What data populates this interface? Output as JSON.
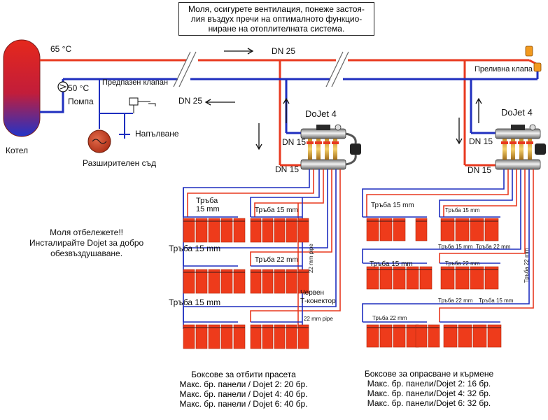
{
  "notice": {
    "line1": "Моля, осигурете вентилация, понеже застоя-",
    "line2": "лия въздух пречи на оптималното функцио-",
    "line3": "ниране на отоплителната система."
  },
  "boiler": {
    "label": "Котел",
    "temp_supply": "65 °C",
    "temp_return": "50 °C"
  },
  "pump_label": "Помпа",
  "safety_valve_label": "Предпазен клапан",
  "filling_label": "Напълване",
  "expansion_label": "Разширителен съд",
  "overflow_valve_label": "Преливна клапа",
  "dn25_top": "DN 25",
  "dn25_return": "DN 25",
  "manifold_left": {
    "title": "DoJet 4",
    "dn_upper": "DN 15",
    "dn_lower": "DN 15"
  },
  "manifold_right": {
    "title": "DoJet 4",
    "dn_upper": "DN 15",
    "dn_lower": "DN 15"
  },
  "advice": {
    "line1": "Моля отбележете!!",
    "line2": "Инсталирайте Dojet за добро",
    "line3": "обезвъздушаване."
  },
  "left_group": {
    "pipe_a1": "Тръба",
    "pipe_a2": "15 mm",
    "pipe_b": "Тръба 15 mm",
    "pipe_c": "Тръба 15 mm",
    "pipe_d": "Тръба 22 mm",
    "pipe_e": "Тръба 15 mm",
    "red_t1": "Червен",
    "red_t2": "Т-конектор",
    "pipe_small": "22 mm pipe",
    "vertical_label": "22 mm pipe",
    "caption": {
      "line1": "Боксове за отбити прасета",
      "line2": "Макс. бр. панели / Dojet 2: 20 бр.",
      "line3": "Макс. бр. панели / Dojet 4: 40 бр.",
      "line4": "Макс. бр. панели / Dojet 6: 40 бр."
    }
  },
  "right_group": {
    "pipe_a": "Тръба 15 mm",
    "pipe_b": "Тръба 15 mm",
    "pipe_c": "Тръба 15 mm",
    "pipe_d": "Тръба 22 mm",
    "pipe_e": "Тръба 22 mm",
    "pipe_f": "Тръба 15 mm",
    "pipe_g": "Тръба 22 mm",
    "pipe_h": "Тръба 15 mm",
    "pipe_i": "Тръба 22 mm",
    "vertical_label": "Тръба 22 mm",
    "caption": {
      "line1": "Боксове за опрасване и кърмене",
      "line2": "Макс. бр. панели/Dojet 2: 16 бр.",
      "line3": "Макс. бр. панели/Dojet 4: 32 бр.",
      "line4": "Макс. бр. панели/Dojet 6: 32 бр."
    }
  },
  "colors": {
    "supply": "#e8391f",
    "return": "#1f2fbf",
    "panel": "#ee3b1b"
  }
}
